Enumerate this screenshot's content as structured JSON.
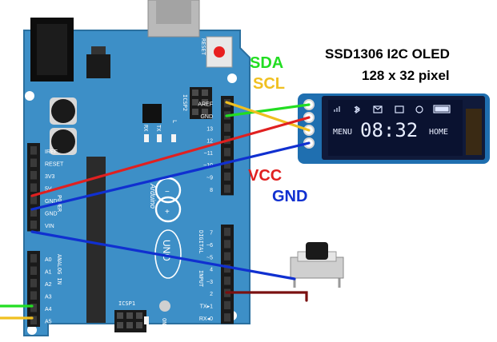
{
  "oled": {
    "title_line1": "SSD1306 I2C OLED",
    "title_line2": "128 x 32 pixel",
    "clock": "08:32",
    "menu": "MENU",
    "home": "HOME"
  },
  "wire_labels": {
    "sda": "SDA",
    "scl": "SCL",
    "vcc": "VCC",
    "gnd": "GND"
  },
  "colors": {
    "board": "#3d8fc7",
    "board_edge": "#2a6f9f",
    "sda": "#22dd22",
    "scl": "#f0c020",
    "vcc": "#e02020",
    "gnd": "#1030d0",
    "button_wire": "#7a1010",
    "oled_bezel": "#1f6fb0",
    "oled_screen": "#0a1230"
  },
  "board": {
    "reset_label": "RESET",
    "icsp2": "ICSP2",
    "icsp1": "ICSP1",
    "rx": "RX",
    "tx": "TX",
    "l": "L",
    "on": "ON",
    "brand": "Arduino",
    "model": "UNO",
    "power_header": "POWER",
    "analog_header": "ANALOG IN",
    "digital_header": "DIGITAL",
    "pwm_header": "INPUT",
    "power_pins": [
      "IREF",
      "RESET",
      "3V3",
      "5V",
      "GND",
      "GND",
      "VIN"
    ],
    "analog_pins": [
      "A0",
      "A1",
      "A2",
      "A3",
      "A4",
      "A5"
    ],
    "digital_top_pins": [
      "AREF",
      "GND",
      "13",
      "12",
      "~11",
      "~10",
      "~9",
      "8"
    ],
    "digital_bottom_pins": [
      "7",
      "~6",
      "~5",
      "4",
      "~3",
      "2",
      "TX▸1",
      "RX◂0"
    ]
  }
}
